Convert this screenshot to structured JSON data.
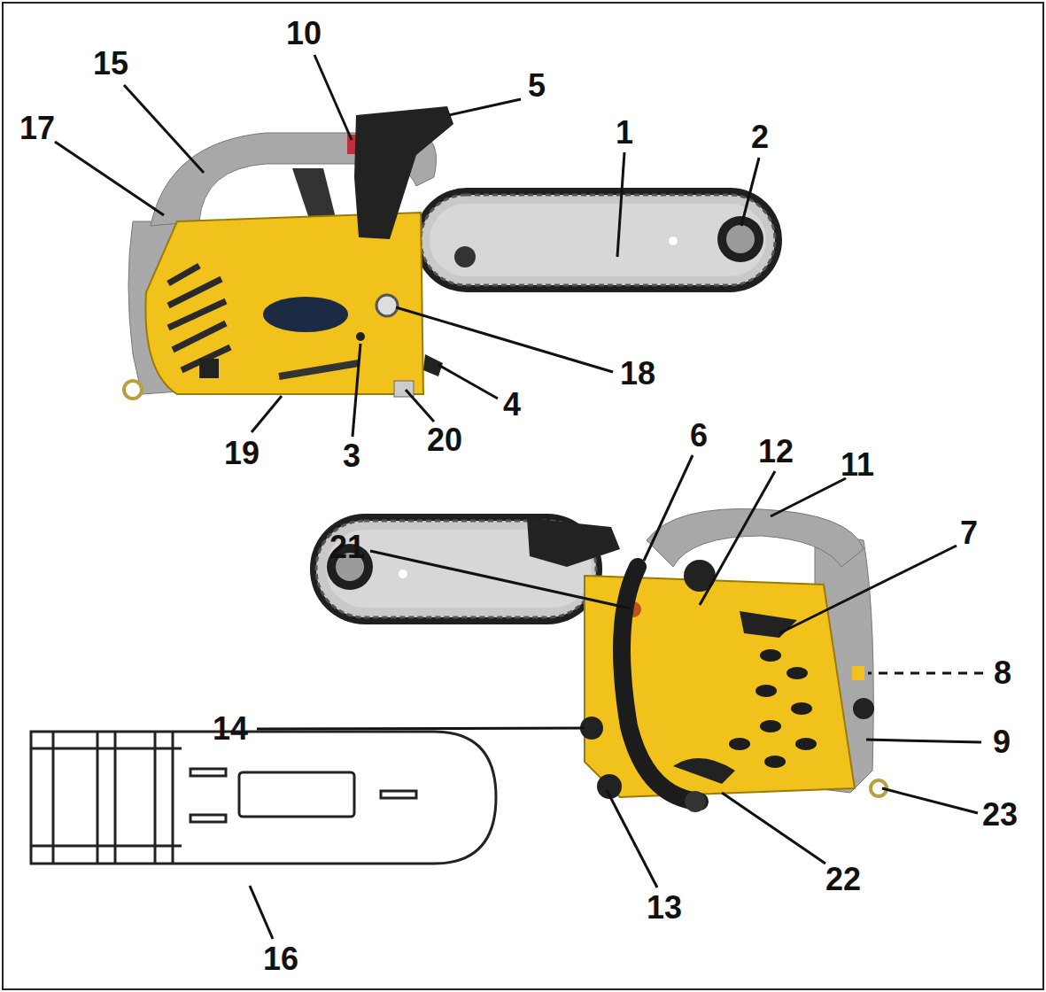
{
  "diagram": {
    "labels": [
      "10",
      "15",
      "5",
      "17",
      "1",
      "2",
      "18",
      "4",
      "19",
      "3",
      "20",
      "6",
      "12",
      "11",
      "21",
      "7",
      "8",
      "9",
      "14",
      "23",
      "13",
      "22",
      "16"
    ]
  }
}
